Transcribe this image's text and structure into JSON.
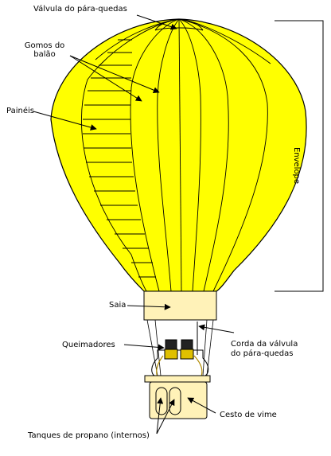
{
  "labels": {
    "parachute_valve": "Válvula do pára-quedas",
    "gores_line1": "Gomos do",
    "gores_line2": "balão",
    "panels": "Painéis",
    "envelope": "Envelope",
    "skirt": "Saia",
    "burners": "Queimadores",
    "valve_cord_line1": "Corda da válvula",
    "valve_cord_line2": "do pára-quedas",
    "wicker_basket": "Cesto de vime",
    "propane_tanks": "Tanques de propano (internos)"
  },
  "colors": {
    "envelope_fill": "#ffff00",
    "skirt_fill": "#fff2b8",
    "basket_fill": "#fff2b8",
    "burner_fill": "#222222",
    "stroke": "#000000"
  }
}
